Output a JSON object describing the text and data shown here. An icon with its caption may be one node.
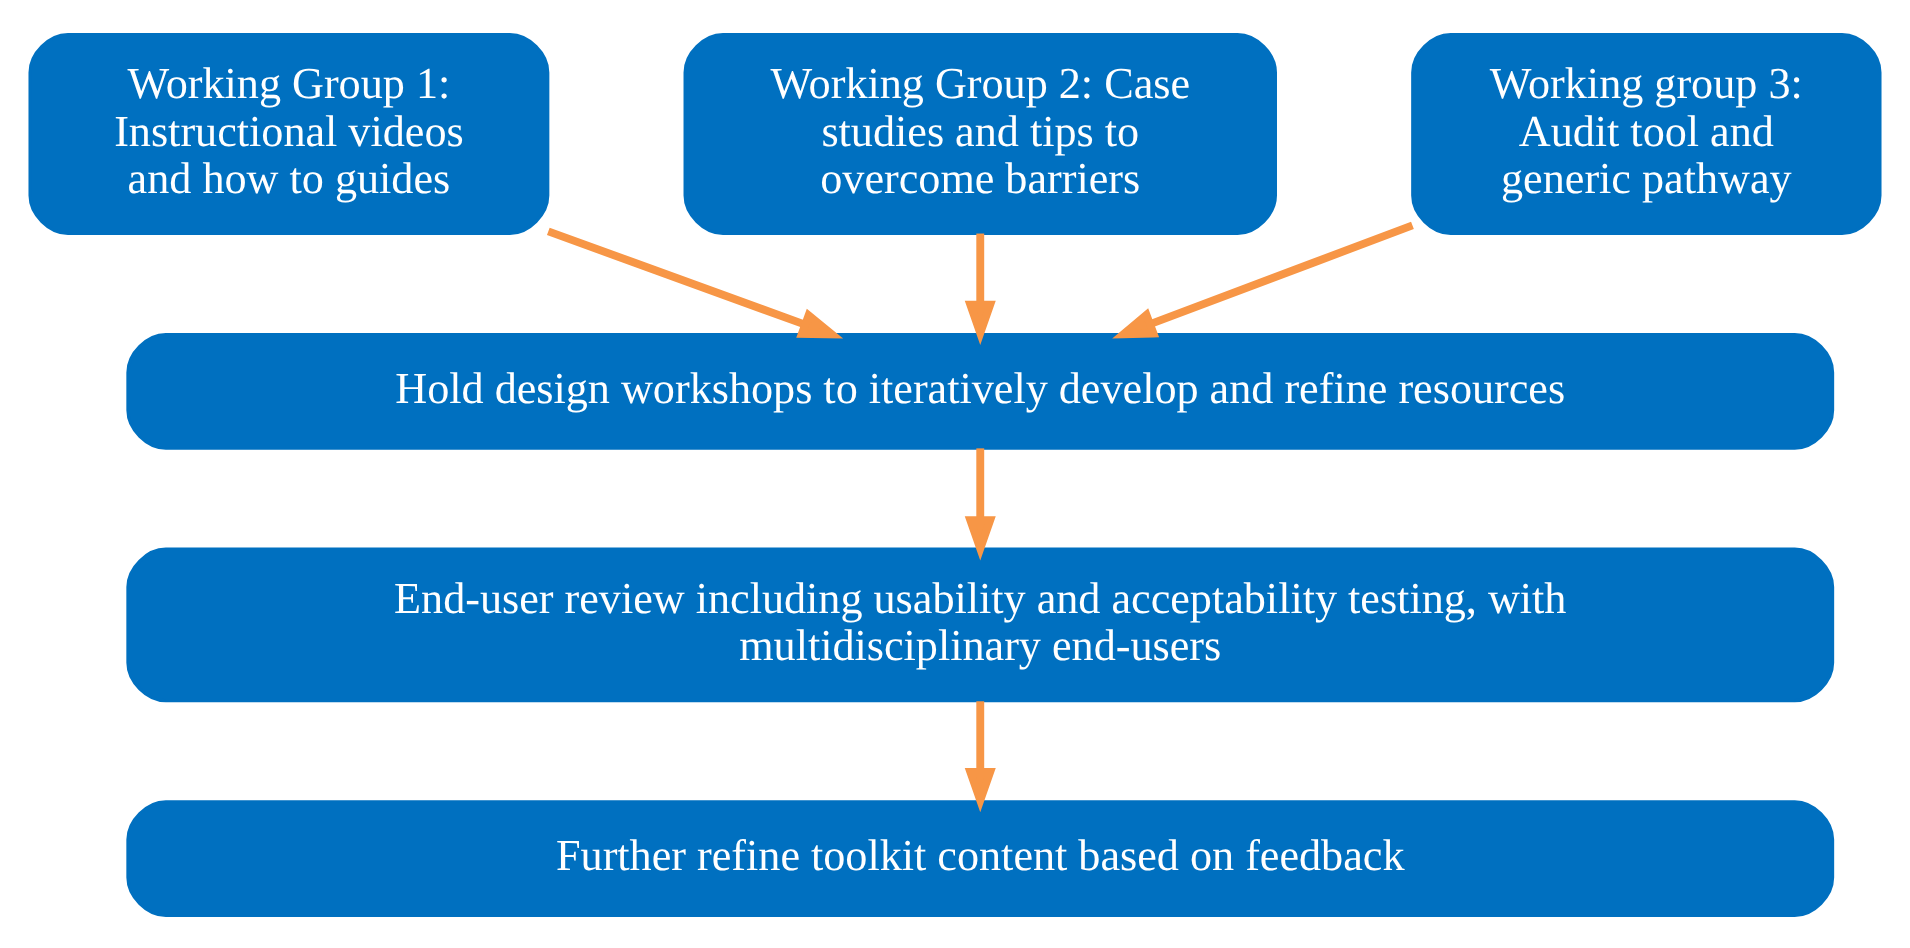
{
  "diagram": {
    "nodes": [
      {
        "text": [
          "Working Group 1: Instructional videos and how to guides"
        ]
      },
      {
        "text": [
          "Working Group 2: Case studies and tips to overcome barriers"
        ]
      },
      {
        "text": [
          "Working group 3: Audit tool and generic pathway"
        ]
      },
      {
        "text": [
          "Hold design workshops to iteratively develop and refine resources"
        ]
      },
      {
        "text": [
          "End-user review including usability and acceptability testing, with multidisciplinary end-users"
        ]
      },
      {
        "text": [
          "Further refine toolkit content based on feedback"
        ]
      }
    ],
    "edges": [
      {
        "from": 0,
        "to": 3,
        "arrow": "to"
      },
      {
        "from": 1,
        "to": 3,
        "arrow": "to"
      },
      {
        "from": 2,
        "to": 3,
        "arrow": "to"
      },
      {
        "from": 3,
        "to": 4,
        "arrow": "to"
      },
      {
        "from": 4,
        "to": 5,
        "arrow": "to"
      }
    ]
  }
}
